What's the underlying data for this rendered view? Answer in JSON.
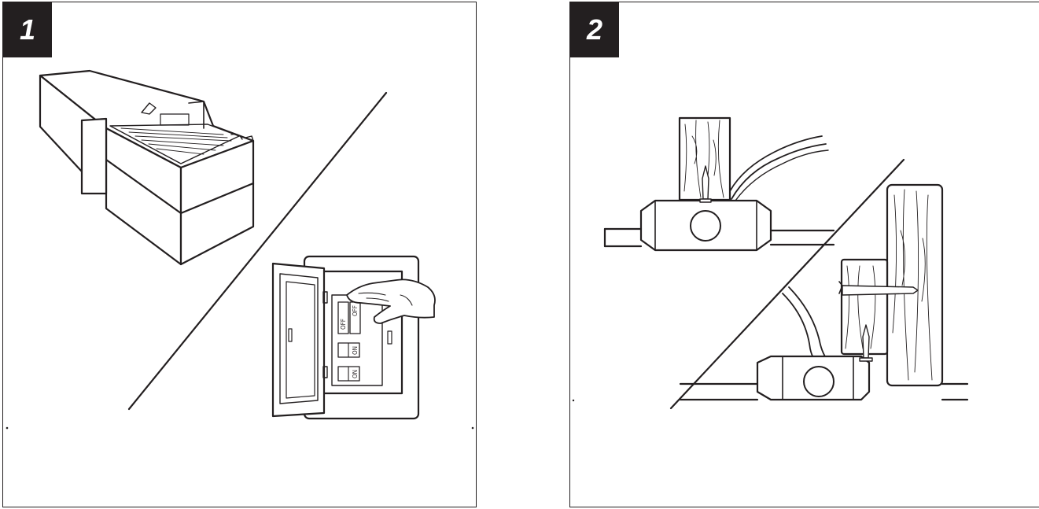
{
  "steps": [
    {
      "number": "1",
      "breaker_labels": [
        "OFF",
        "OFF",
        "ON",
        "ON"
      ]
    },
    {
      "number": "2"
    }
  ],
  "colors": {
    "ink": "#231f20",
    "background": "#ffffff"
  }
}
